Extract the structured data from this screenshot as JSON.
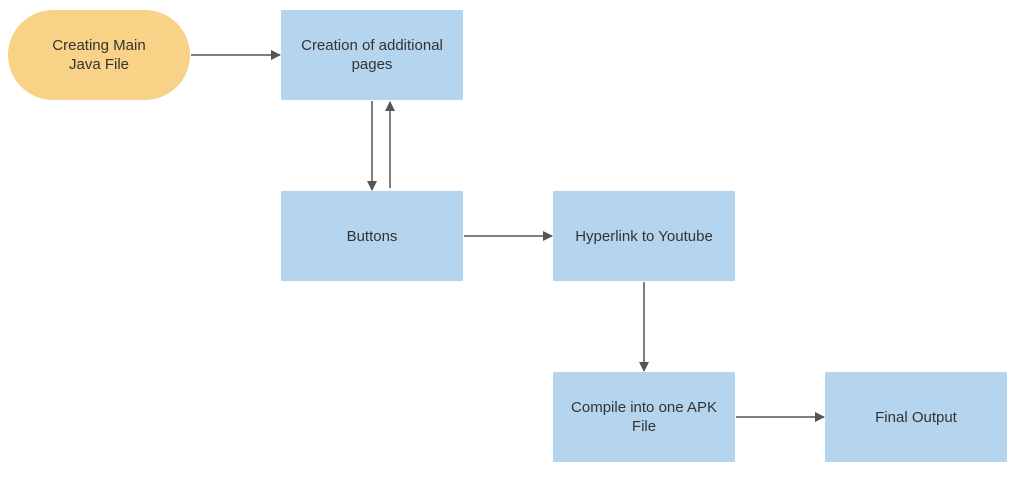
{
  "nodes": {
    "start": "Creating Main Java File",
    "pages": "Creation of additional pages",
    "buttons": "Buttons",
    "hyperlink": "Hyperlink to Youtube",
    "compile": "Compile into one APK File",
    "output": "Final Output"
  },
  "colors": {
    "start": "#f8d286",
    "process": "#b5d5ee",
    "edge": "#555555"
  }
}
